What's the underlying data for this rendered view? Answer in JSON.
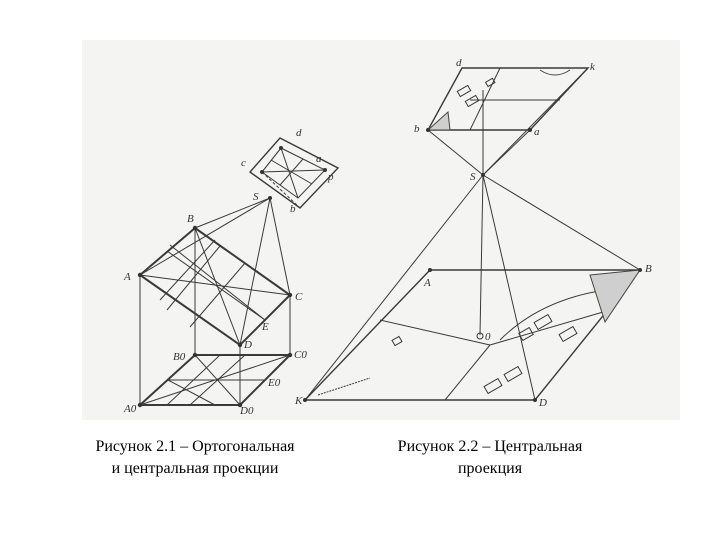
{
  "figure1": {
    "labels": [
      "d",
      "c",
      "a",
      "p",
      "S",
      "b",
      "B",
      "A",
      "C",
      "E",
      "D",
      "B0",
      "C0",
      "E0",
      "A0",
      "D0"
    ],
    "caption": [
      "Рисунок 2.1 – Ортогональная",
      "и центральная проекции"
    ]
  },
  "figure2": {
    "labels": [
      "d",
      "k",
      "b",
      "a",
      "S",
      "B",
      "A",
      "K",
      "D",
      "0"
    ],
    "caption": [
      "Рисунок 2.2 – Центральная",
      "проекция"
    ]
  }
}
